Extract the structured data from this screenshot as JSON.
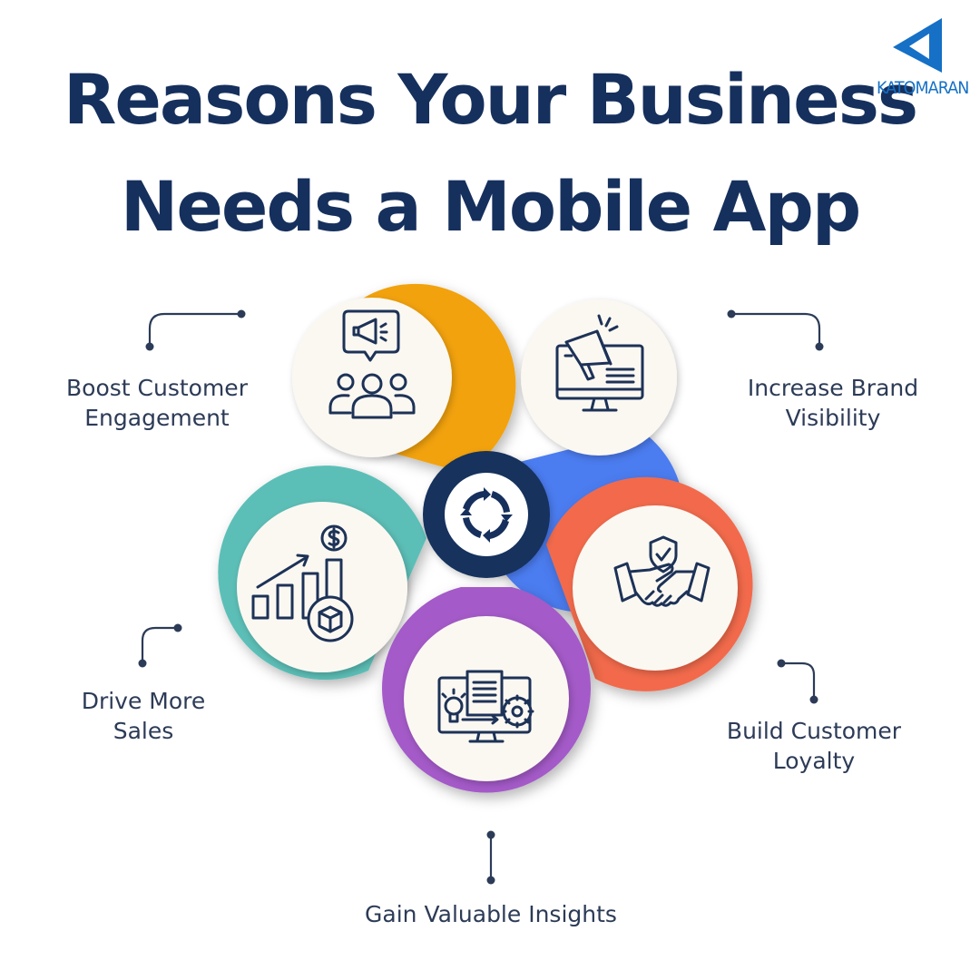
{
  "title": {
    "line1": "Reasons Your Business",
    "line2": "Needs a Mobile App"
  },
  "brand": {
    "name": "KATOMARAN",
    "color": "#1570c6",
    "icon": "triangle-logo-icon"
  },
  "colors": {
    "title": "#16305d",
    "hub": "#16305d",
    "orange": "#f2a20f",
    "blue": "#4b7bf0",
    "teal": "#5bbfb7",
    "coral": "#f26a4b",
    "purple": "#a45ac8",
    "icon_stroke": "#1d3257",
    "circle_fill": "#fbf8f2"
  },
  "center": {
    "icon": "refresh-cycle-icon"
  },
  "reasons": [
    {
      "id": "boost",
      "label": "Boost Customer\nEngagement",
      "icon": "megaphone-audience-icon",
      "color": "orange"
    },
    {
      "id": "brand",
      "label": "Increase Brand\nVisibility",
      "icon": "monitor-megaphone-icon",
      "color": "blue"
    },
    {
      "id": "sales",
      "label": "Drive More\nSales",
      "icon": "growth-chart-icon",
      "color": "teal"
    },
    {
      "id": "loyalty",
      "label": "Build Customer\nLoyalty",
      "icon": "handshake-shield-icon",
      "color": "coral"
    },
    {
      "id": "insight",
      "label": "Gain Valuable Insights",
      "icon": "insight-dashboard-icon",
      "color": "purple"
    }
  ]
}
